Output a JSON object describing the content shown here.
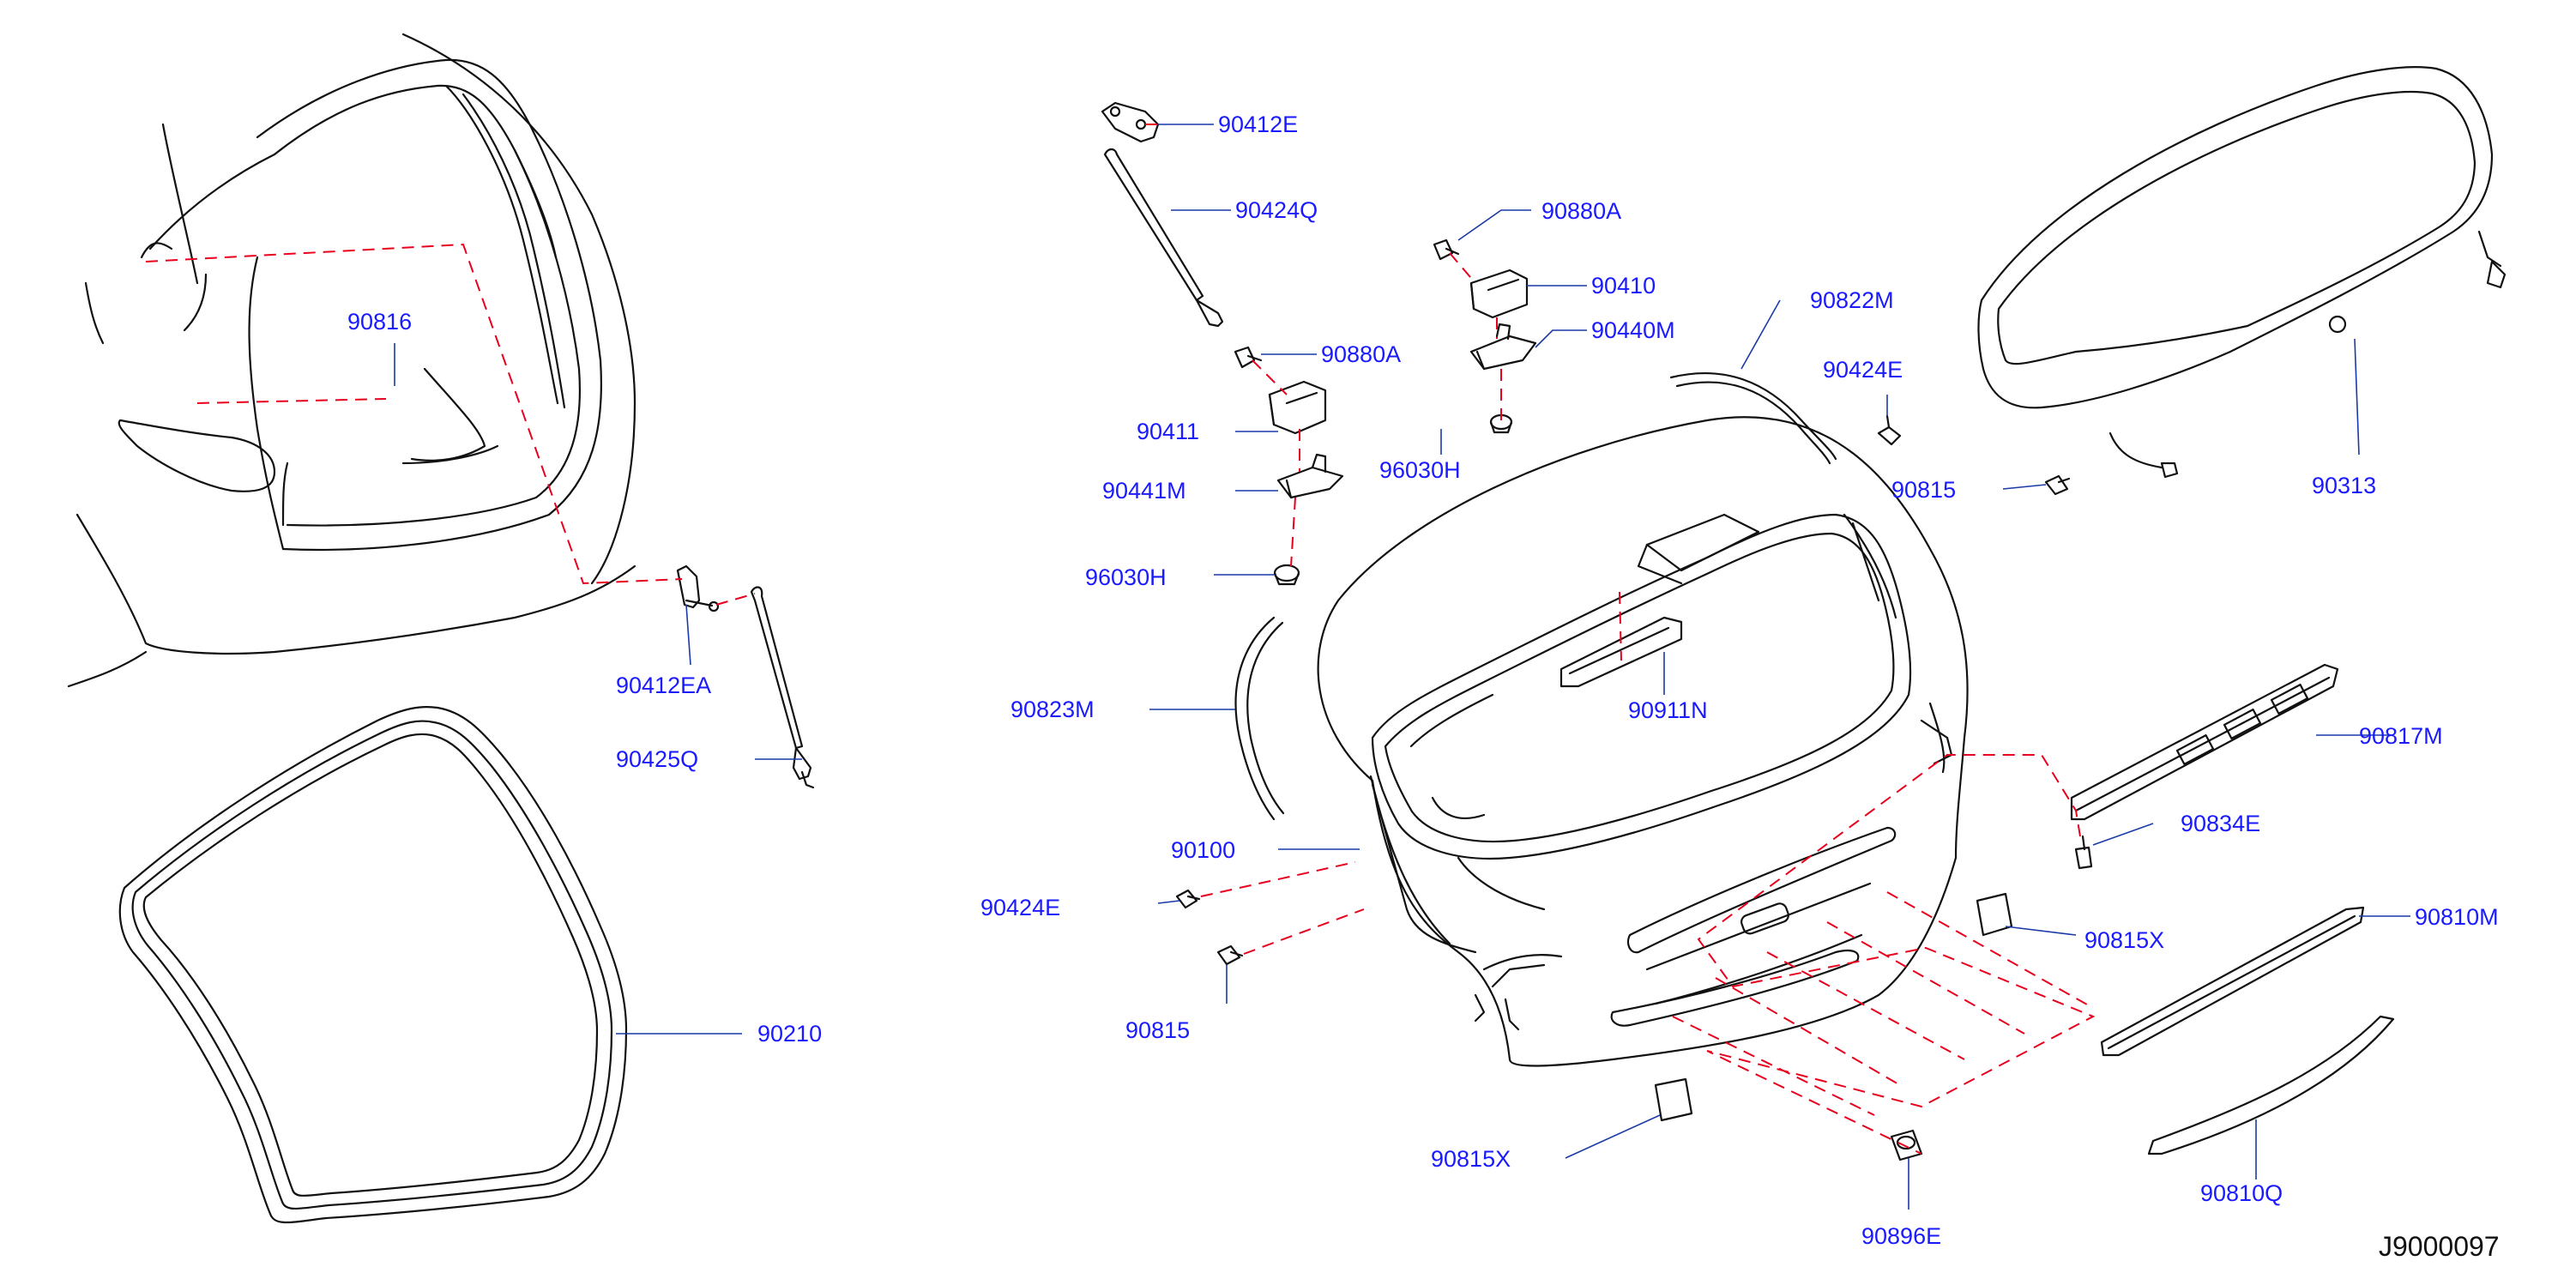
{
  "diagram_id": "J9000097",
  "part_labels": {
    "p90816": "90816",
    "p90412EA": "90412EA",
    "p90425Q": "90425Q",
    "p90210": "90210",
    "p90412E": "90412E",
    "p90424Q": "90424Q",
    "p90880A_1": "90880A",
    "p90411": "90411",
    "p90441M": "90441M",
    "p96030H_1": "96030H",
    "p90880A_2": "90880A",
    "p90410": "90410",
    "p90440M": "90440M",
    "p96030H_2": "96030H",
    "p90822M": "90822M",
    "p90424E_1": "90424E",
    "p90815_1": "90815",
    "p90313": "90313",
    "p90823M": "90823M",
    "p90911N": "90911N",
    "p90100": "90100",
    "p90424E_2": "90424E",
    "p90815_2": "90815",
    "p90817M": "90817M",
    "p90834E": "90834E",
    "p90815X_1": "90815X",
    "p90810M": "90810M",
    "p90815X_2": "90815X",
    "p90810Q": "90810Q",
    "p90896E": "90896E"
  },
  "colors": {
    "label": "#1a1aff",
    "leader": "#1a3aa8",
    "outline": "#111111",
    "dash": "#e8001c"
  }
}
